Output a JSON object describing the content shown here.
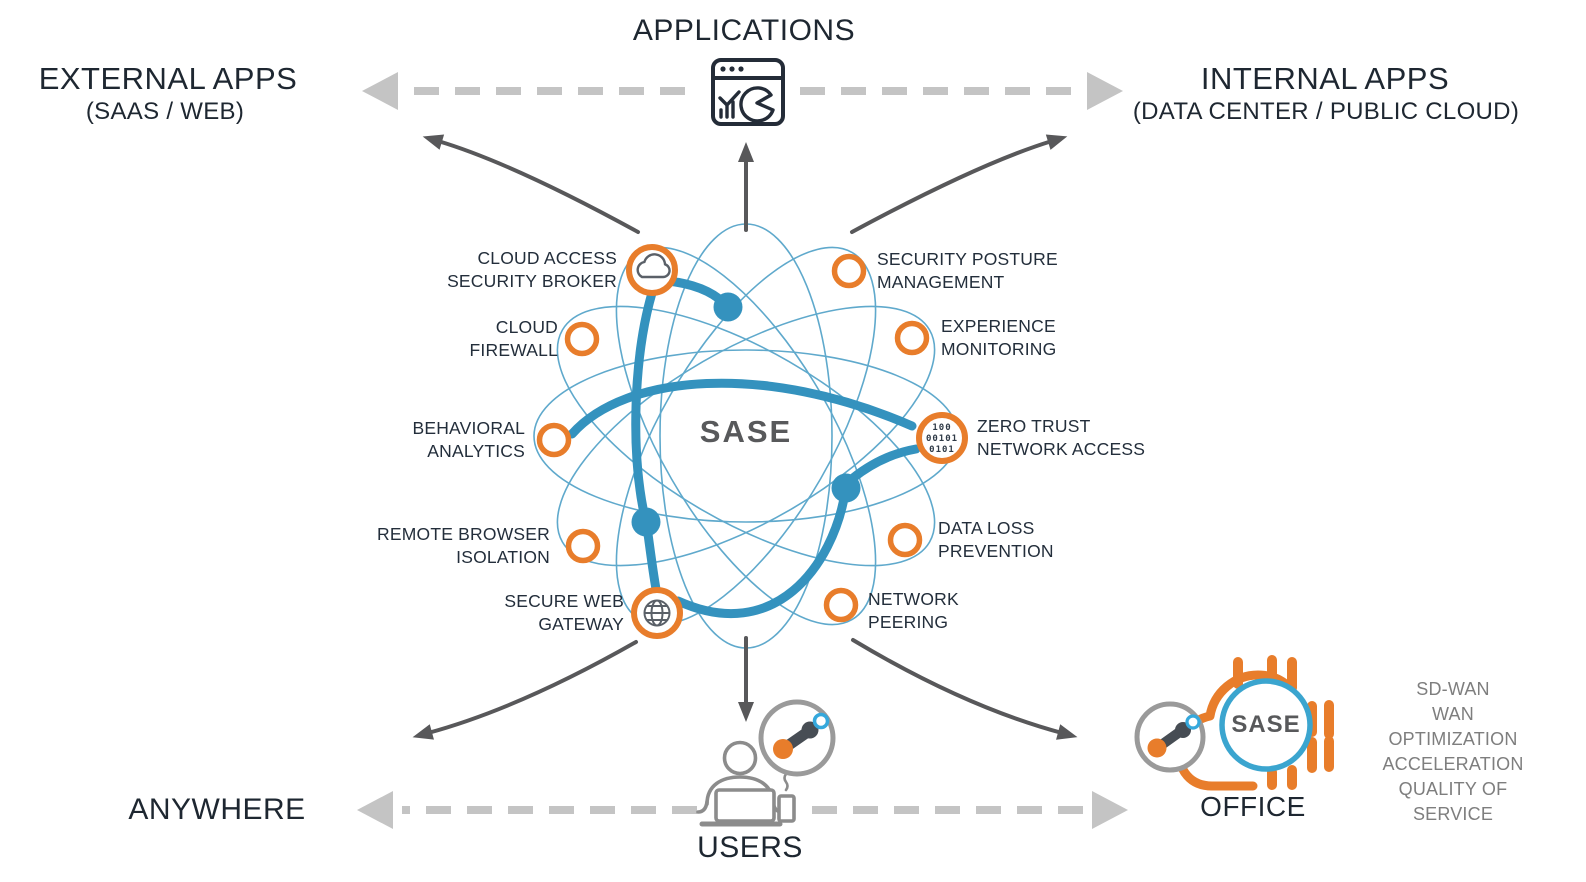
{
  "center": {
    "label": "SASE"
  },
  "services": [
    {
      "id": "casb",
      "lines": [
        "CLOUD ACCESS",
        "SECURITY BROKER"
      ],
      "icon": "cloud-icon"
    },
    {
      "id": "cloud-firewall",
      "lines": [
        "CLOUD",
        "FIREWALL"
      ],
      "icon": "ring"
    },
    {
      "id": "behavioral-analytics",
      "lines": [
        "BEHAVIORAL",
        "ANALYTICS"
      ],
      "icon": "ring"
    },
    {
      "id": "remote-browser-isolation",
      "lines": [
        "REMOTE BROWSER",
        "ISOLATION"
      ],
      "icon": "ring"
    },
    {
      "id": "secure-web-gateway",
      "lines": [
        "SECURE WEB",
        "GATEWAY"
      ],
      "icon": "globe-icon"
    },
    {
      "id": "security-posture-management",
      "lines": [
        "SECURITY POSTURE",
        "MANAGEMENT"
      ],
      "icon": "ring"
    },
    {
      "id": "experience-monitoring",
      "lines": [
        "EXPERIENCE",
        "MONITORING"
      ],
      "icon": "ring"
    },
    {
      "id": "zero-trust-network-access",
      "lines": [
        "ZERO TRUST",
        "NETWORK ACCESS"
      ],
      "icon": "binary-code-icon"
    },
    {
      "id": "data-loss-prevention",
      "lines": [
        "DATA LOSS",
        "PREVENTION"
      ],
      "icon": "ring"
    },
    {
      "id": "network-peering",
      "lines": [
        "NETWORK",
        "PEERING"
      ],
      "icon": "ring"
    }
  ],
  "endpoints": {
    "applications": {
      "label": "APPLICATIONS",
      "icon": "browser-analytics-icon"
    },
    "external_apps": {
      "title": "EXTERNAL APPS",
      "subtitle": "(SAAS / WEB)"
    },
    "internal_apps": {
      "title": "INTERNAL APPS",
      "subtitle": "(DATA CENTER / PUBLIC CLOUD)"
    },
    "anywhere": {
      "label": "ANYWHERE"
    },
    "users": {
      "label": "USERS",
      "icon": "person-laptop-icon",
      "badge_icon": "molecule-logo"
    },
    "office": {
      "label": "OFFICE",
      "badge": "SASE",
      "icon": "sd-wan-cloud-icon",
      "badge_icon": "molecule-logo",
      "features": [
        "SD-WAN",
        "WAN OPTIMIZATION",
        "ACCELERATION",
        "QUALITY OF SERVICE"
      ]
    }
  },
  "icons": {
    "binary_rows": [
      "100",
      "00101",
      "0101"
    ]
  },
  "colors": {
    "orange": "#E87D2B",
    "blue_thick": "#3492BE",
    "blue_thin": "#5FA9CC",
    "badge_blue": "#3BA5CF",
    "dark_text": "#1E2731",
    "gray_text": "#7E7E7E",
    "arrow_gray": "#58585A",
    "dashed_gray": "#C4C4C4",
    "icon_gray": "#8C8C8C"
  }
}
